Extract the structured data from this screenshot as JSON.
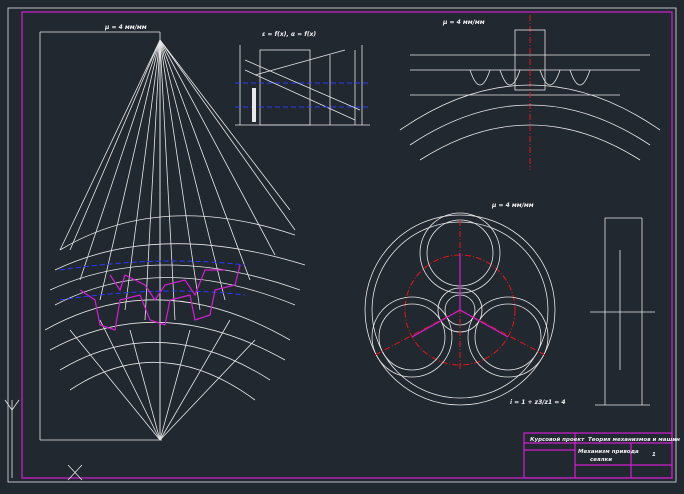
{
  "title_block": {
    "developer_label": "Курсовой проект",
    "theme": "Теория механизмов и машин",
    "drawing_title": "Механизм привода",
    "drawing_subtitle": "сеялки",
    "sheet": "1"
  },
  "labels": {
    "scale_left": "μ = 4 мм/мм",
    "scale_right": "μ = 4 мм/мм",
    "scale_planet": "μ = 4 мм/мм",
    "graph_title": "ε = f(x), α = f(x)",
    "ratio_formula": "i = 1 + z3/z1 = 4"
  },
  "colors": {
    "background": "#212830",
    "frame": "#d020d0",
    "line": "#e8e8e8",
    "center": "#e01818",
    "dashed": "#2a3cff"
  }
}
